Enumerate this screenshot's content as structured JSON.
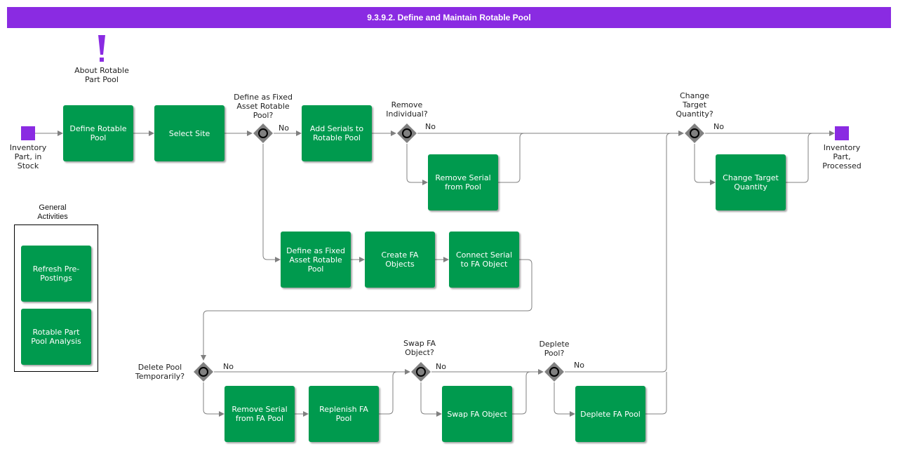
{
  "title": "9.3.9.2. Define and Maintain Rotable Pool",
  "note": {
    "icon": "exclamation-icon",
    "label": "About Rotable Part Pool"
  },
  "events": {
    "start": "Inventory Part, in Stock",
    "end": "Inventory Part, Processed"
  },
  "activities": {
    "define_rotable_pool": "Define Rotable Pool",
    "select_site": "Select Site",
    "add_serials": "Add Serials to Rotable Pool",
    "remove_serial_from_pool": "Remove Serial from Pool",
    "change_target_quantity": "Change Target Quantity",
    "define_fixed_asset_pool": "Define as Fixed Asset Rotable Pool",
    "create_fa_objects": "Create FA Objects",
    "connect_serial": "Connect Serial to FA Object",
    "remove_serial_fa_pool": "Remove Serial from FA Pool",
    "replenish_fa_pool": "Replenish FA Pool",
    "swap_fa_object": "Swap FA Object",
    "deplete_fa_pool": "Deplete FA Pool"
  },
  "gateways": {
    "fixed_asset": "Define as Fixed Asset Rotable Pool?",
    "remove_individual": "Remove Individual?",
    "change_target": "Change Target Quantity?",
    "delete_pool": "Delete Pool Temporarily?",
    "swap_fa": "Swap FA Object?",
    "deplete_pool": "Deplete Pool?"
  },
  "branch_label": "No",
  "general_activities": {
    "title": "General Activities",
    "items": [
      "Refresh Pre-Postings",
      "Rotable Part Pool Analysis"
    ]
  },
  "colors": {
    "header": "#8a2be2",
    "activity": "#009a4e",
    "gateway": "#808080",
    "event": "#8a2be2",
    "connector": "#808080"
  }
}
